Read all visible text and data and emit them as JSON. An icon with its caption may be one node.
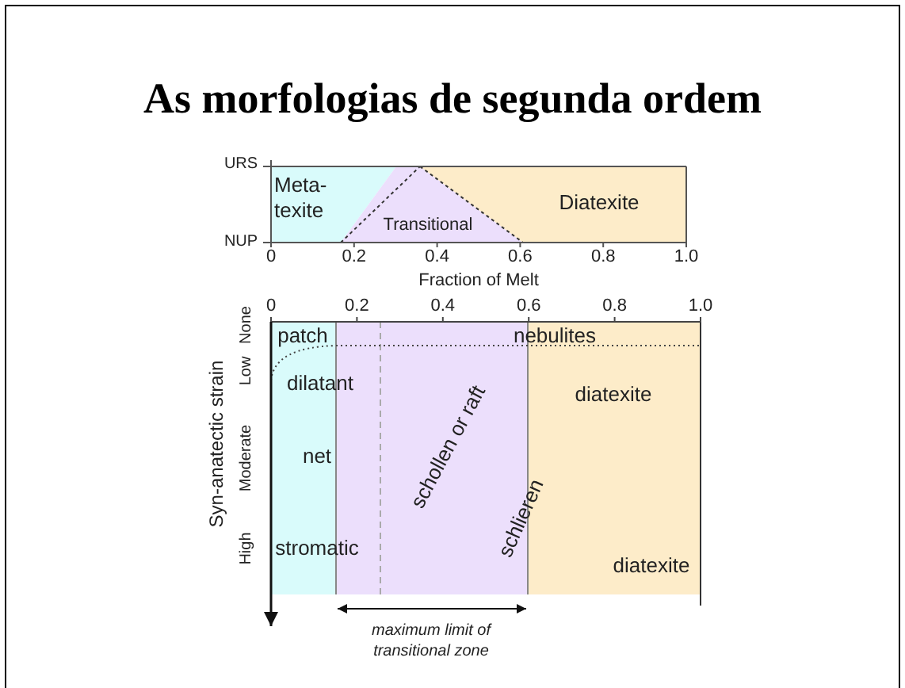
{
  "diagram": {
    "title": "As morfologias de segunda ordem",
    "labels": [
      "URS",
      "Meta- texite",
      "Diatexite",
      "Transitional",
      "NUP",
      "0",
      "0.2",
      "0.4",
      "0.6",
      "0.8",
      "1.0",
      "Fraction of Melt",
      "0",
      "0.2",
      "0.4",
      "0.6",
      "0.8",
      "1.0",
      "None",
      "Low",
      "Moderate",
      "High",
      "Syn-anatectic strain",
      "patch",
      "nebulites",
      "dilatant",
      "diatexite",
      "schollen or raft",
      "net",
      "schlieren",
      "stromatic",
      "diatexite",
      "maximum limit of transitional zone"
    ]
  }
}
